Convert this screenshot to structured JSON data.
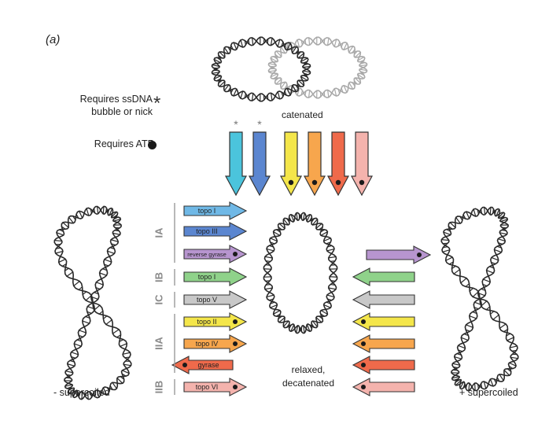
{
  "figure": {
    "panel_label": "(a)",
    "legend": {
      "ssdna_label": "Requires ssDNA bubble or nick",
      "ssdna_symbol": "*",
      "atp_label": "Requires ATP"
    },
    "labels": {
      "catenated": "catenated",
      "relaxed": "relaxed, decatenated",
      "neg_supercoiled": "- supercoiled",
      "pos_supercoiled": "+ supercoiled"
    },
    "families": [
      "IA",
      "IB",
      "IC",
      "IIA",
      "IIB"
    ],
    "enzymes": [
      {
        "label": "topo I",
        "color": "#6fb8e6",
        "atp": false,
        "family": "IA"
      },
      {
        "label": "topo III",
        "color": "#5b86d0",
        "atp": false,
        "family": "IA"
      },
      {
        "label": "reverse gyrase",
        "color": "#b795cf",
        "atp": true,
        "family": "IA"
      },
      {
        "label": "topo I",
        "color": "#8fd28a",
        "atp": false,
        "family": "IB"
      },
      {
        "label": "topo V",
        "color": "#c8c8c8",
        "atp": false,
        "family": "IC"
      },
      {
        "label": "topo II",
        "color": "#f4e64a",
        "atp": true,
        "family": "IIA"
      },
      {
        "label": "topo IV",
        "color": "#f7a64d",
        "atp": true,
        "family": "IIA"
      },
      {
        "label": "gyrase",
        "color": "#ef6a4b",
        "atp": true,
        "family": "IIA"
      },
      {
        "label": "topo VI",
        "color": "#f4b3ad",
        "atp": true,
        "family": "IIB"
      }
    ],
    "decatenation_arrows": [
      {
        "color": "#4bc4dc",
        "atp": false,
        "ssdna": true
      },
      {
        "color": "#5b86d0",
        "atp": false,
        "ssdna": true
      },
      {
        "color": "#f4e64a",
        "atp": true,
        "ssdna": false
      },
      {
        "color": "#f7a64d",
        "atp": true,
        "ssdna": false
      },
      {
        "color": "#ef6a4b",
        "atp": true,
        "ssdna": false
      },
      {
        "color": "#f4b3ad",
        "atp": true,
        "ssdna": false
      }
    ],
    "right_arrows": [
      {
        "color": "#b795cf",
        "atp": true,
        "direction": "right"
      },
      {
        "color": "#8fd28a",
        "atp": false,
        "direction": "left"
      },
      {
        "color": "#c8c8c8",
        "atp": false,
        "direction": "left"
      },
      {
        "color": "#f4e64a",
        "atp": true,
        "direction": "left"
      },
      {
        "color": "#f7a64d",
        "atp": true,
        "direction": "left"
      },
      {
        "color": "#ef6a4b",
        "atp": true,
        "direction": "left"
      },
      {
        "color": "#f4b3ad",
        "atp": true,
        "direction": "left"
      }
    ]
  }
}
